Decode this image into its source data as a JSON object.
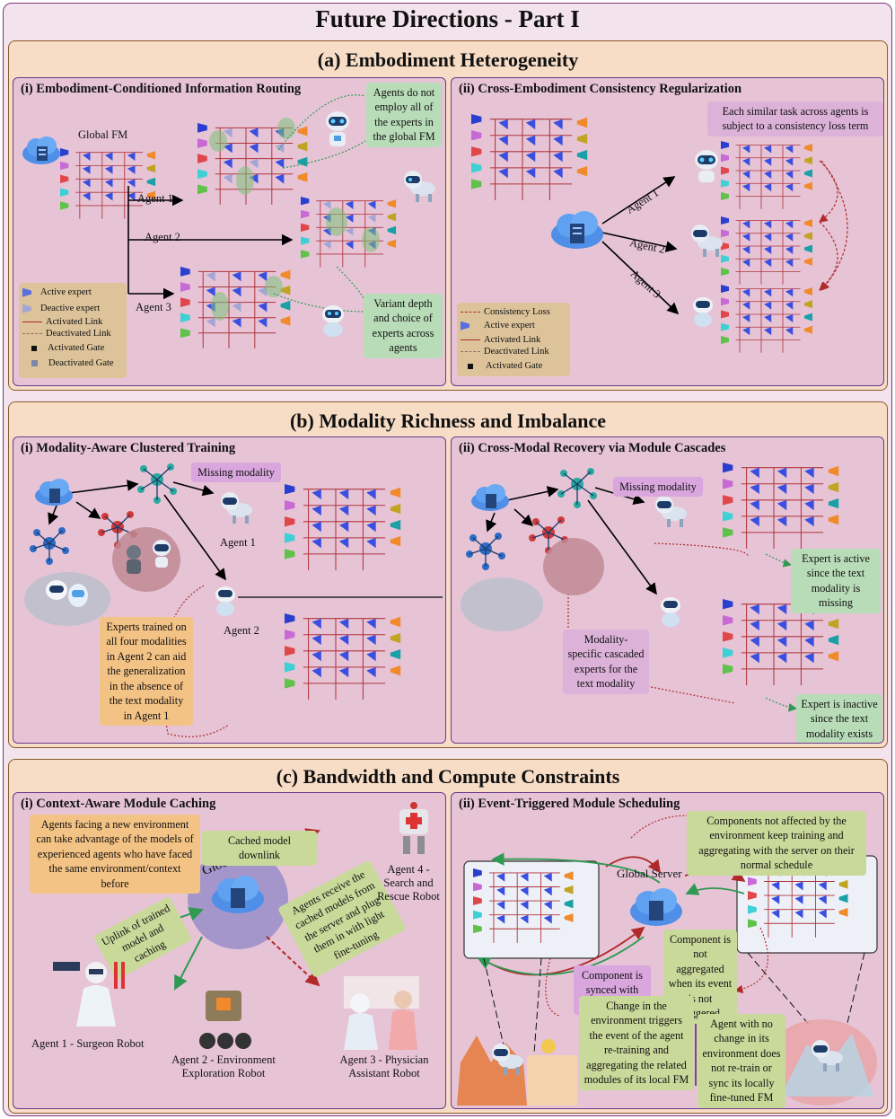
{
  "title": "Future Directions - Part I",
  "a": {
    "title": "(a) Embodiment Heterogeneity",
    "p1": {
      "title": "(i) Embodiment-Conditioned Information Routing",
      "global_fm": "Global FM",
      "agents": [
        "Agent 1",
        "Agent 2",
        "Agent 3"
      ],
      "note_top": "Agents do not employ all of the experts in the global FM",
      "note_bottom": "Variant depth and choice of experts across agents",
      "legend": [
        "Active expert",
        "Deactive expert",
        "Activated Link",
        "Deactivated Link",
        "Activated Gate",
        "Deactivated Gate"
      ]
    },
    "p2": {
      "title": "(ii) Cross-Embodiment Consistency Regularization",
      "note": "Each similar task across agents is subject to a consistency loss term",
      "agents": [
        "Agent 1",
        "Agent 2",
        "Agent 3"
      ],
      "legend": [
        "Consistency Loss",
        "Active expert",
        "Activated Link",
        "Deactivated Link",
        "Activated Gate"
      ]
    }
  },
  "b": {
    "title": "(b) Modality Richness and Imbalance",
    "p1": {
      "title": "(i) Modality-Aware Clustered Training",
      "missing": "Missing modality",
      "agent1": "Agent 1",
      "agent2": "Agent 2",
      "question": "?",
      "note": "Experts trained on all four modalities in Agent 2 can aid the generalization in the absence of the text modality in Agent 1"
    },
    "p2": {
      "title": "(ii) Cross-Modal Recovery via Module Cascades",
      "missing": "Missing modality",
      "question": "?",
      "note_active": "Expert is active since the text modality is missing",
      "note_cascade": "Modality-specific cascaded experts for the text modality",
      "note_inactive": "Expert is inactive since the text modality exists"
    }
  },
  "c": {
    "title": "(c) Bandwidth and Compute Constraints",
    "p1": {
      "title": "(i) Context-Aware Module Caching",
      "note_env": "Agents facing a new environment can take advantage of the models of experienced agents who have faced the same environment/context before",
      "note_downlink": "Cached model downlink",
      "server": "Global Server",
      "note_uplink": "Uplink of trained model and caching",
      "note_receive": "Agents receive the cached models from the server and plug them in with light fine-tuning",
      "agent1": "Agent 1 - Surgeon Robot",
      "agent2": "Agent 2 - Environment Exploration Robot",
      "agent3": "Agent 3 - Physician Assistant Robot",
      "agent4": "Agent 4 - Search and Rescue Robot"
    },
    "p2": {
      "title": "(ii) Event-Triggered Module Scheduling",
      "note_components": "Components not affected by the environment keep training and aggregating with the server on their normal schedule",
      "server": "Global Server",
      "note_synced": "Component is synced with server",
      "note_not_agg": "Component is not aggregated when its event is not triggered",
      "note_change": "Change in the environment triggers the event of the agent re-training and aggregating the related modules of its local FM",
      "note_nochange": "Agent with no change in its environment does not re-train or sync its locally fine-tuned FM"
    }
  },
  "colors": {
    "frame_bg": "#f3e3ec",
    "section_bg": "#f7dcc6",
    "panel_bg": "#e6c4d6",
    "expert_blue": "#3a4fe0",
    "link_red": "#c0363c",
    "green_note": "#b9dcb8",
    "purple_note": "#d9a6de",
    "orange_note": "#f3c285"
  }
}
